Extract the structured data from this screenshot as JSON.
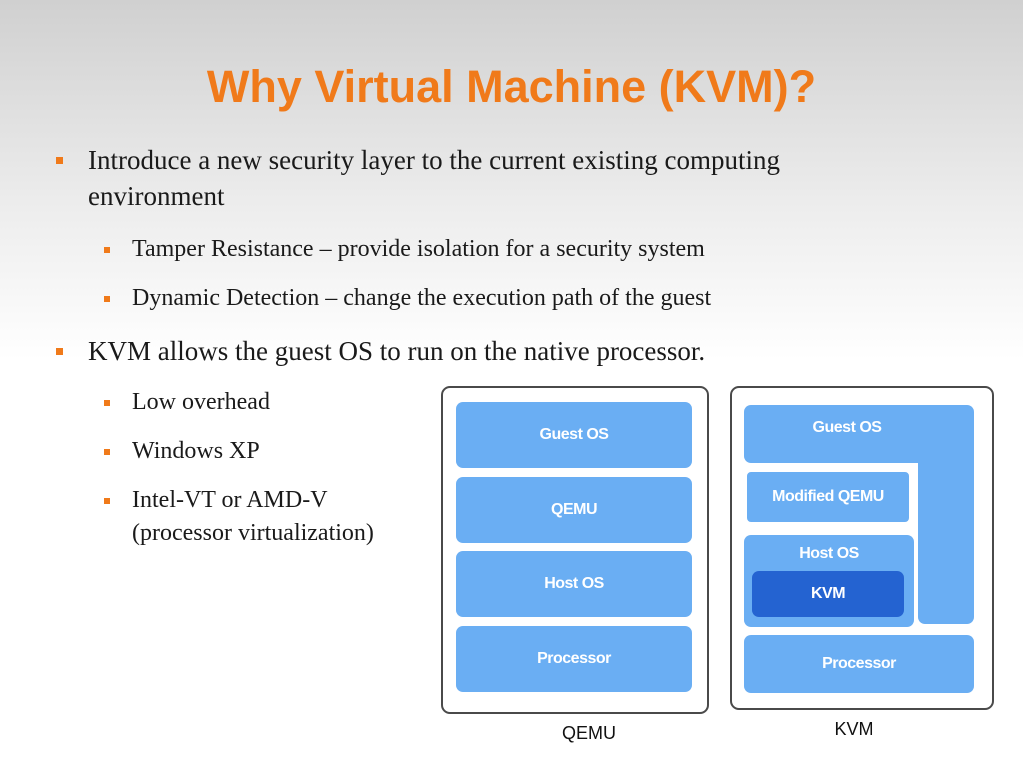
{
  "slide": {
    "title": "Why Virtual Machine (KVM)?",
    "bullets": [
      {
        "text_line1": "Introduce  a new security layer to the current existing computing",
        "text_line2": "environment"
      },
      {
        "text": "Tamper Resistance – provide isolation for a security system"
      },
      {
        "text": "Dynamic Detection – change the execution path of the guest"
      },
      {
        "text": "KVM allows the guest OS to run on the native processor."
      },
      {
        "text": "Low overhead"
      },
      {
        "text": "Windows XP"
      },
      {
        "text_line1": "Intel-VT or AMD-V",
        "text_line2": "(processor virtualization)"
      }
    ]
  },
  "diagram": {
    "qemu": {
      "caption": "QEMU",
      "layers": [
        "Guest OS",
        "QEMU",
        "Host OS",
        "Processor"
      ]
    },
    "kvm": {
      "caption": "KVM",
      "layers": {
        "guest_os": "Guest OS",
        "modified_qemu": "Modified QEMU",
        "host_os": "Host OS",
        "kvm": "KVM",
        "processor": "Processor"
      }
    }
  },
  "colors": {
    "accent": "#f07a1a",
    "block": "#6aaef3",
    "block_dark": "#2463d1"
  }
}
